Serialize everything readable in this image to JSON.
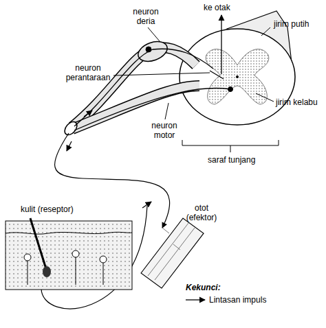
{
  "diagram": {
    "labels": [
      "neuron deria",
      "ke otak",
      "jirim putih",
      "neuron perantaraan",
      "jirim kelabu",
      "neuron motor",
      "saraf tunjang",
      "kulit (reseptor)",
      "otot (efektor)",
      "Kekunci:"
    ],
    "legend": [
      {
        "text": "Lintasan impuls"
      }
    ]
  }
}
